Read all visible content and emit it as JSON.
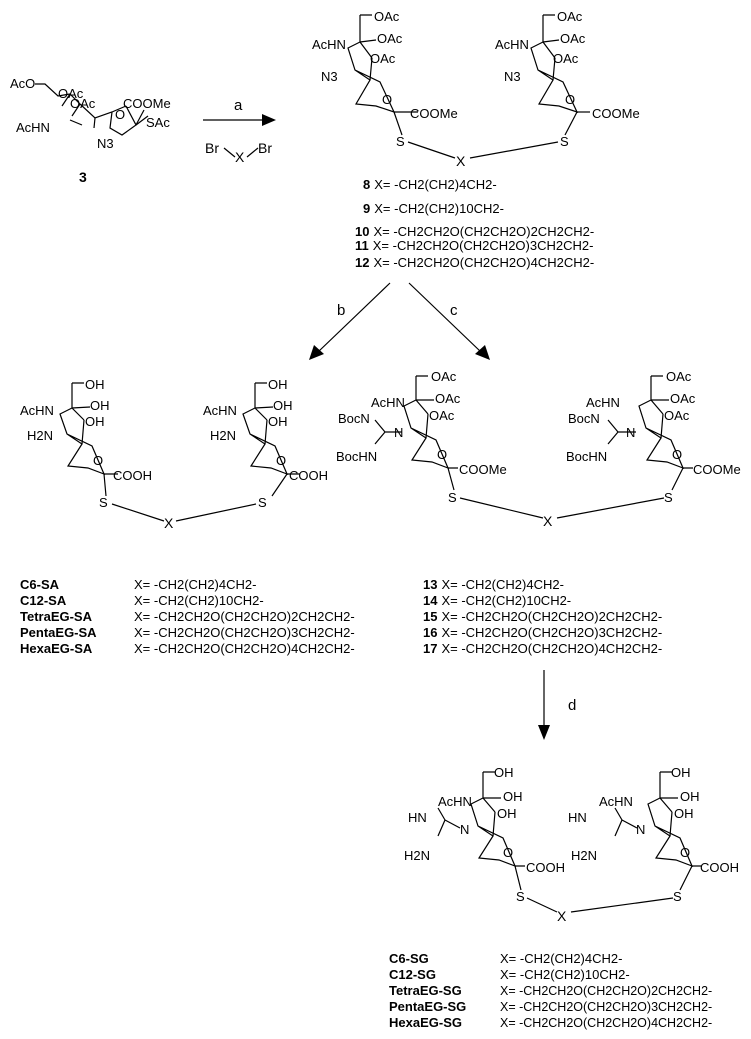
{
  "compound3": {
    "number": "3",
    "sub": {
      "aco": "AcO",
      "oac": "OAc",
      "acnh": "AcHN",
      "n3": "N3",
      "coome": "COOMe",
      "sac": "SAc"
    }
  },
  "steps": {
    "a": "a",
    "b": "b",
    "c": "c",
    "d": "d"
  },
  "reagent": {
    "left": "Br",
    "x": "X",
    "right": "Br"
  },
  "dimerA": {
    "oac": "OAc",
    "acnh": "AcHN",
    "n3": "N3",
    "coome": "COOMe",
    "s": "S",
    "x": "X"
  },
  "dimerB": {
    "oh": "OH",
    "acnh": "AcHN",
    "h2n": "H2N",
    "cooh": "COOH",
    "s": "S",
    "x": "X"
  },
  "dimerC": {
    "oac": "OAc",
    "acnh": "AcHN",
    "bocn": "BocN",
    "bochn": "BocHN",
    "coome": "COOMe",
    "s": "S",
    "x": "X"
  },
  "dimerD": {
    "oh": "OH",
    "acnh": "AcHN",
    "hn": "HN",
    "h2n": "H2N",
    "cooh": "COOH",
    "s": "S",
    "x": "X"
  },
  "series_8_12": [
    {
      "num": "8",
      "formula": "X= -CH2(CH2)4CH2-"
    },
    {
      "num": "9",
      "formula": "X= -CH2(CH2)10CH2-"
    },
    {
      "num": "10",
      "formula": "X= -CH2CH2O(CH2CH2O)2CH2CH2-"
    },
    {
      "num": "11",
      "formula": "X= -CH2CH2O(CH2CH2O)3CH2CH2-"
    },
    {
      "num": "12",
      "formula": "X= -CH2CH2O(CH2CH2O)4CH2CH2-"
    }
  ],
  "series_13_17": [
    {
      "num": "13",
      "formula": "X= -CH2(CH2)4CH2-"
    },
    {
      "num": "14",
      "formula": "X= -CH2(CH2)10CH2-"
    },
    {
      "num": "15",
      "formula": "X= -CH2CH2O(CH2CH2O)2CH2CH2-"
    },
    {
      "num": "16",
      "formula": "X= -CH2CH2O(CH2CH2O)3CH2CH2-"
    },
    {
      "num": "17",
      "formula": "X= -CH2CH2O(CH2CH2O)4CH2CH2-"
    }
  ],
  "series_SA": [
    {
      "name": "C6-SA",
      "formula": "X= -CH2(CH2)4CH2-"
    },
    {
      "name": "C12-SA",
      "formula": "X= -CH2(CH2)10CH2-"
    },
    {
      "name": "TetraEG-SA",
      "formula": "X= -CH2CH2O(CH2CH2O)2CH2CH2-"
    },
    {
      "name": "PentaEG-SA",
      "formula": "X= -CH2CH2O(CH2CH2O)3CH2CH2-"
    },
    {
      "name": "HexaEG-SA",
      "formula": "X= -CH2CH2O(CH2CH2O)4CH2CH2-"
    }
  ],
  "series_SG": [
    {
      "name": "C6-SG",
      "formula": "X= -CH2(CH2)4CH2-"
    },
    {
      "name": "C12-SG",
      "formula": "X= -CH2(CH2)10CH2-"
    },
    {
      "name": "TetraEG-SG",
      "formula": "X= -CH2CH2O(CH2CH2O)2CH2CH2-"
    },
    {
      "name": "PentaEG-SG",
      "formula": "X= -CH2CH2O(CH2CH2O)3CH2CH2-"
    },
    {
      "name": "HexaEG-SG",
      "formula": "X= -CH2CH2O(CH2CH2O)4CH2CH2-"
    }
  ]
}
